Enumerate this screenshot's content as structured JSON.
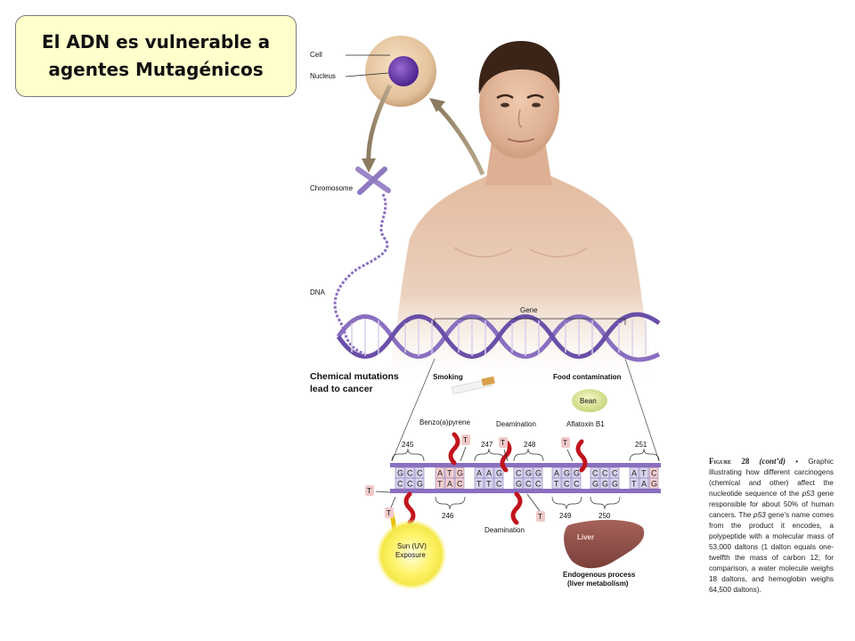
{
  "title": "El ADN es vulnerable a agentes Mutagénicos",
  "figure": {
    "labels": {
      "cell": "Cell",
      "nucleus": "Nucleus",
      "chromosome": "Chromosome",
      "dna": "DNA",
      "gene": "Gene",
      "chemical_mutations_line1": "Chemical mutations",
      "chemical_mutations_line2": "lead to cancer",
      "smoking": "Smoking",
      "food_contamination": "Food contamination",
      "bean": "Bean",
      "benzo": "Benzo(a)pyrene",
      "deamination_top": "Deamination",
      "aflatoxin": "Aflatoxin B1",
      "deamination_bottom": "Deamination",
      "sun_line1": "Sun (UV)",
      "sun_line2": "Exposure",
      "liver": "Liver",
      "endogenous_line1": "Endogenous process",
      "endogenous_line2": "(liver metabolism)"
    },
    "codon_numbers": {
      "c245": "245",
      "c246": "246",
      "c247": "247",
      "c248": "248",
      "c249": "249",
      "c250": "250",
      "c251": "251"
    },
    "mutation_letter": "T",
    "top_strand": [
      "G",
      "C",
      "C",
      "A",
      "T",
      "G",
      "A",
      "A",
      "G",
      "C",
      "G",
      "G",
      "A",
      "G",
      "G",
      "C",
      "C",
      "C",
      "A",
      "T",
      "C"
    ],
    "bottom_strand": [
      "C",
      "C",
      "G",
      "T",
      "A",
      "C",
      "T",
      "T",
      "C",
      "G",
      "C",
      "C",
      "T",
      "C",
      "C",
      "G",
      "G",
      "G",
      "T",
      "A",
      "G"
    ]
  },
  "caption": {
    "figure_label": "Figure 28",
    "cont": "(cont’d)",
    "bullet": "•",
    "text_1": "Graphic illustrating how different carcinogens (chemical and other) affect the nucleotide sequence of the",
    "gene_1": "p53",
    "text_2": "gene responsible for about 50% of human cancers. The",
    "gene_2": "p53",
    "text_3": "gene’s name comes from the product it encodes, a polypeptide with a molecular mass of 53,000 daltons (1 dalton equals one-twelfth the mass of carbon 12; for comparison, a water molecule weighs 18 daltons, and hemoglobin weighs 64,500 daltons)."
  },
  "colors": {
    "title_bg": "#ffffcc",
    "dna_purple": "#8a6fc0",
    "mutagen_red": "#c0141c",
    "skin": "#e3b79a"
  }
}
